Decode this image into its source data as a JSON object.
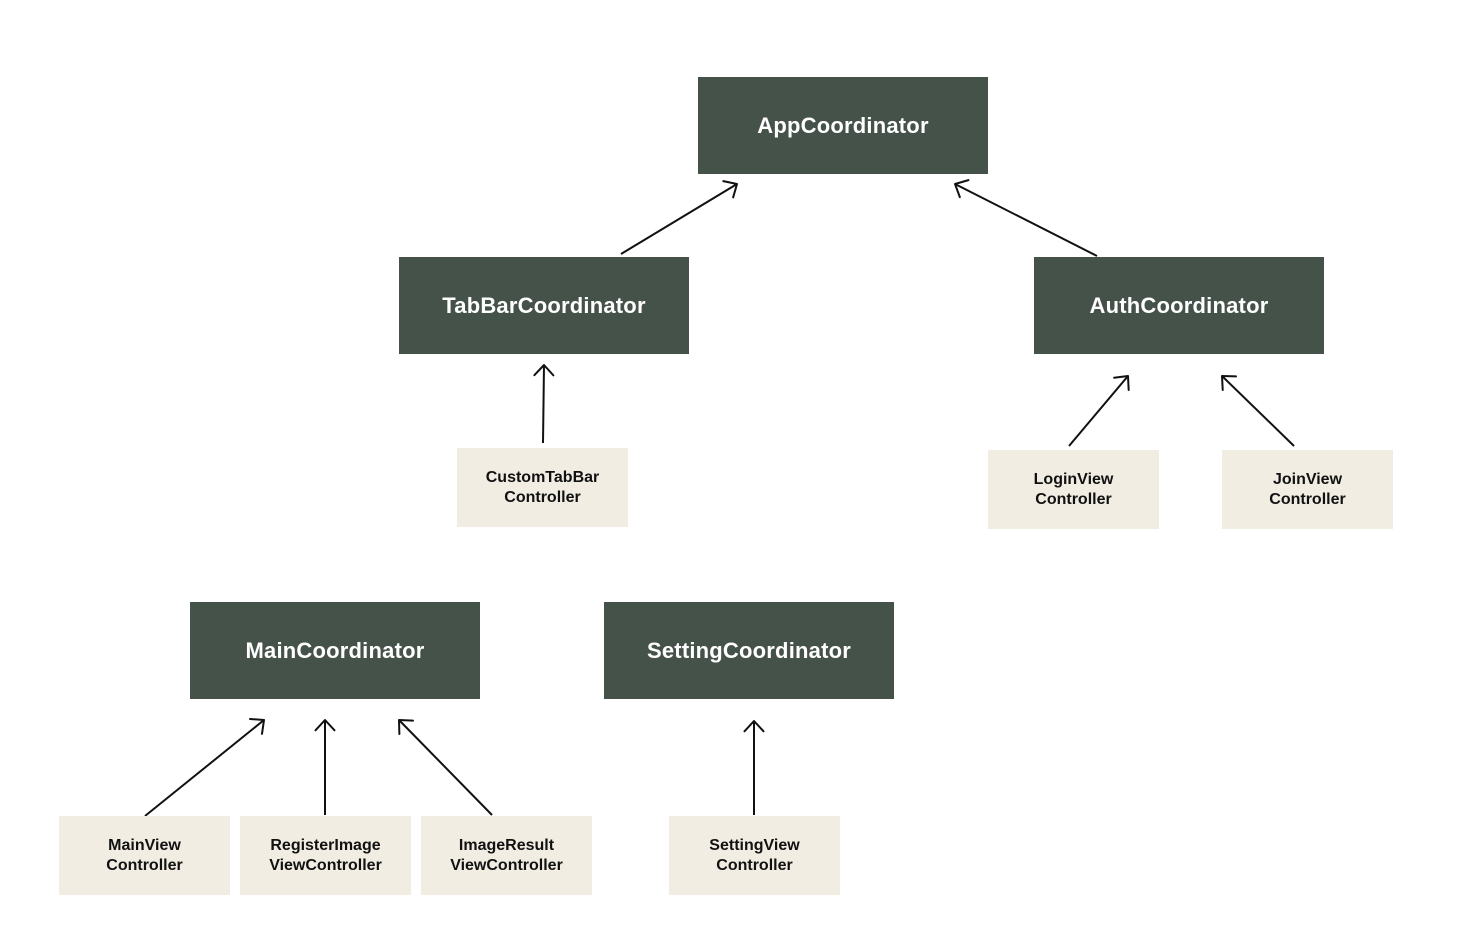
{
  "diagram": {
    "coordinators": {
      "app": "AppCoordinator",
      "tabbar": "TabBarCoordinator",
      "auth": "AuthCoordinator",
      "main": "MainCoordinator",
      "setting": "SettingCoordinator"
    },
    "controllers": {
      "custom_tabbar": [
        "CustomTabBar",
        "Controller"
      ],
      "login": [
        "LoginView",
        "Controller"
      ],
      "join": [
        "JoinView",
        "Controller"
      ],
      "main_view": [
        "MainView",
        "Controller"
      ],
      "register_image": [
        "RegisterImage",
        "ViewController"
      ],
      "image_result": [
        "ImageResult",
        "ViewController"
      ],
      "setting_view": [
        "SettingView",
        "Controller"
      ]
    },
    "edges": [
      {
        "from": "tabbar",
        "to": "app"
      },
      {
        "from": "auth",
        "to": "app"
      },
      {
        "from": "custom_tabbar",
        "to": "tabbar"
      },
      {
        "from": "login",
        "to": "auth"
      },
      {
        "from": "join",
        "to": "auth"
      },
      {
        "from": "main_view",
        "to": "main"
      },
      {
        "from": "register_image",
        "to": "main"
      },
      {
        "from": "image_result",
        "to": "main"
      },
      {
        "from": "setting_view",
        "to": "setting"
      }
    ],
    "colors": {
      "coordinator_fill": "#45524a",
      "coordinator_text": "#ffffff",
      "controller_fill": "#f1ede2",
      "controller_text": "#111111",
      "arrow": "#111111"
    }
  }
}
